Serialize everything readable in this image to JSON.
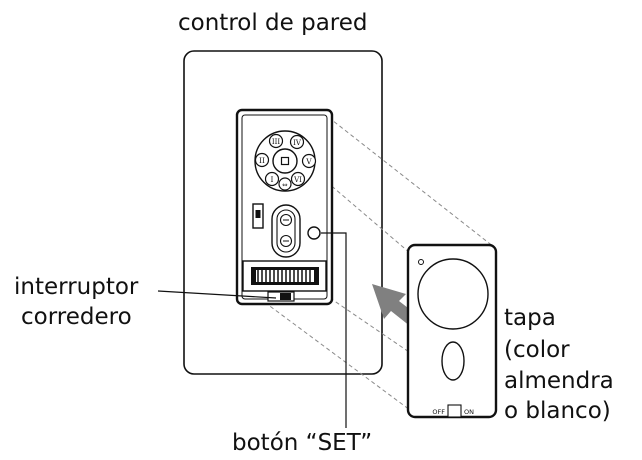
{
  "title": "control de pared",
  "callouts": {
    "slide_switch": [
      "interruptor",
      "corredero"
    ],
    "cover": [
      "tapa",
      "(color",
      "almendra",
      "o blanco)"
    ],
    "set_button": "botón “SET”"
  },
  "scene_buttons": [
    "I",
    "II",
    "III",
    "IV",
    "V",
    "VI"
  ],
  "cover_switch": {
    "off": "OFF",
    "on": "ON"
  },
  "colors": {
    "stroke": "#111111",
    "background": "#ffffff",
    "arrow": "#808080",
    "dashed": "#8a8a8a"
  }
}
